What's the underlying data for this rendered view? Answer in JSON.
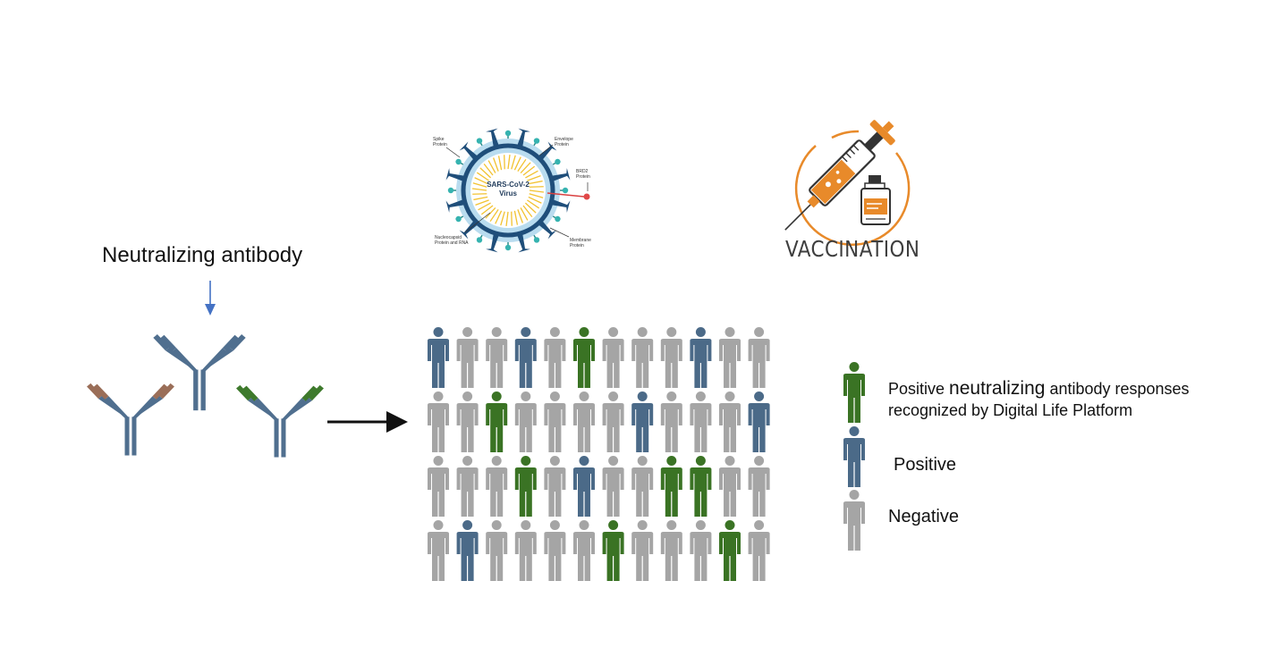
{
  "antibody_label": "Neutralizing antibody",
  "virus": {
    "name_line1": "SARS-CoV-2",
    "name_line2": "Virus",
    "labels": {
      "spike": [
        "Spike",
        "Protein"
      ],
      "envelope": [
        "Envelope",
        "Protein"
      ],
      "brd2": [
        "BRD2",
        "Protein"
      ],
      "nucleocapsid": [
        "Nucleocapsid",
        "Protein and RNA"
      ],
      "membrane": [
        "Membrane",
        "Protein"
      ]
    }
  },
  "vaccination_label": "VACCINATION",
  "colors": {
    "green": "#3a7324",
    "blue": "#4b6a88",
    "gray": "#a5a5a5",
    "antibody_blue": "#506f8f",
    "antibody_brown": "#9a6e58",
    "antibody_green": "#3e7a2c",
    "arrow_blue": "#4472c4",
    "vaccine_orange": "#e88a2a"
  },
  "grid": [
    [
      "blue",
      "gray",
      "gray",
      "blue",
      "gray",
      "green",
      "gray",
      "gray",
      "gray",
      "blue",
      "gray",
      "gray"
    ],
    [
      "gray",
      "gray",
      "green",
      "gray",
      "gray",
      "gray",
      "gray",
      "blue",
      "gray",
      "gray",
      "gray",
      "blue"
    ],
    [
      "gray",
      "gray",
      "gray",
      "green",
      "gray",
      "blue",
      "gray",
      "gray",
      "green",
      "green",
      "gray",
      "gray"
    ],
    [
      "gray",
      "blue",
      "gray",
      "gray",
      "gray",
      "gray",
      "green",
      "gray",
      "gray",
      "gray",
      "green",
      "gray"
    ]
  ],
  "legend": {
    "green_pre": "Positive ",
    "green_big": "neutralizing",
    "green_post": " antibody responses",
    "green_line2": "recognized by Digital Life Platform",
    "blue": "Positive",
    "gray": "Negative"
  }
}
